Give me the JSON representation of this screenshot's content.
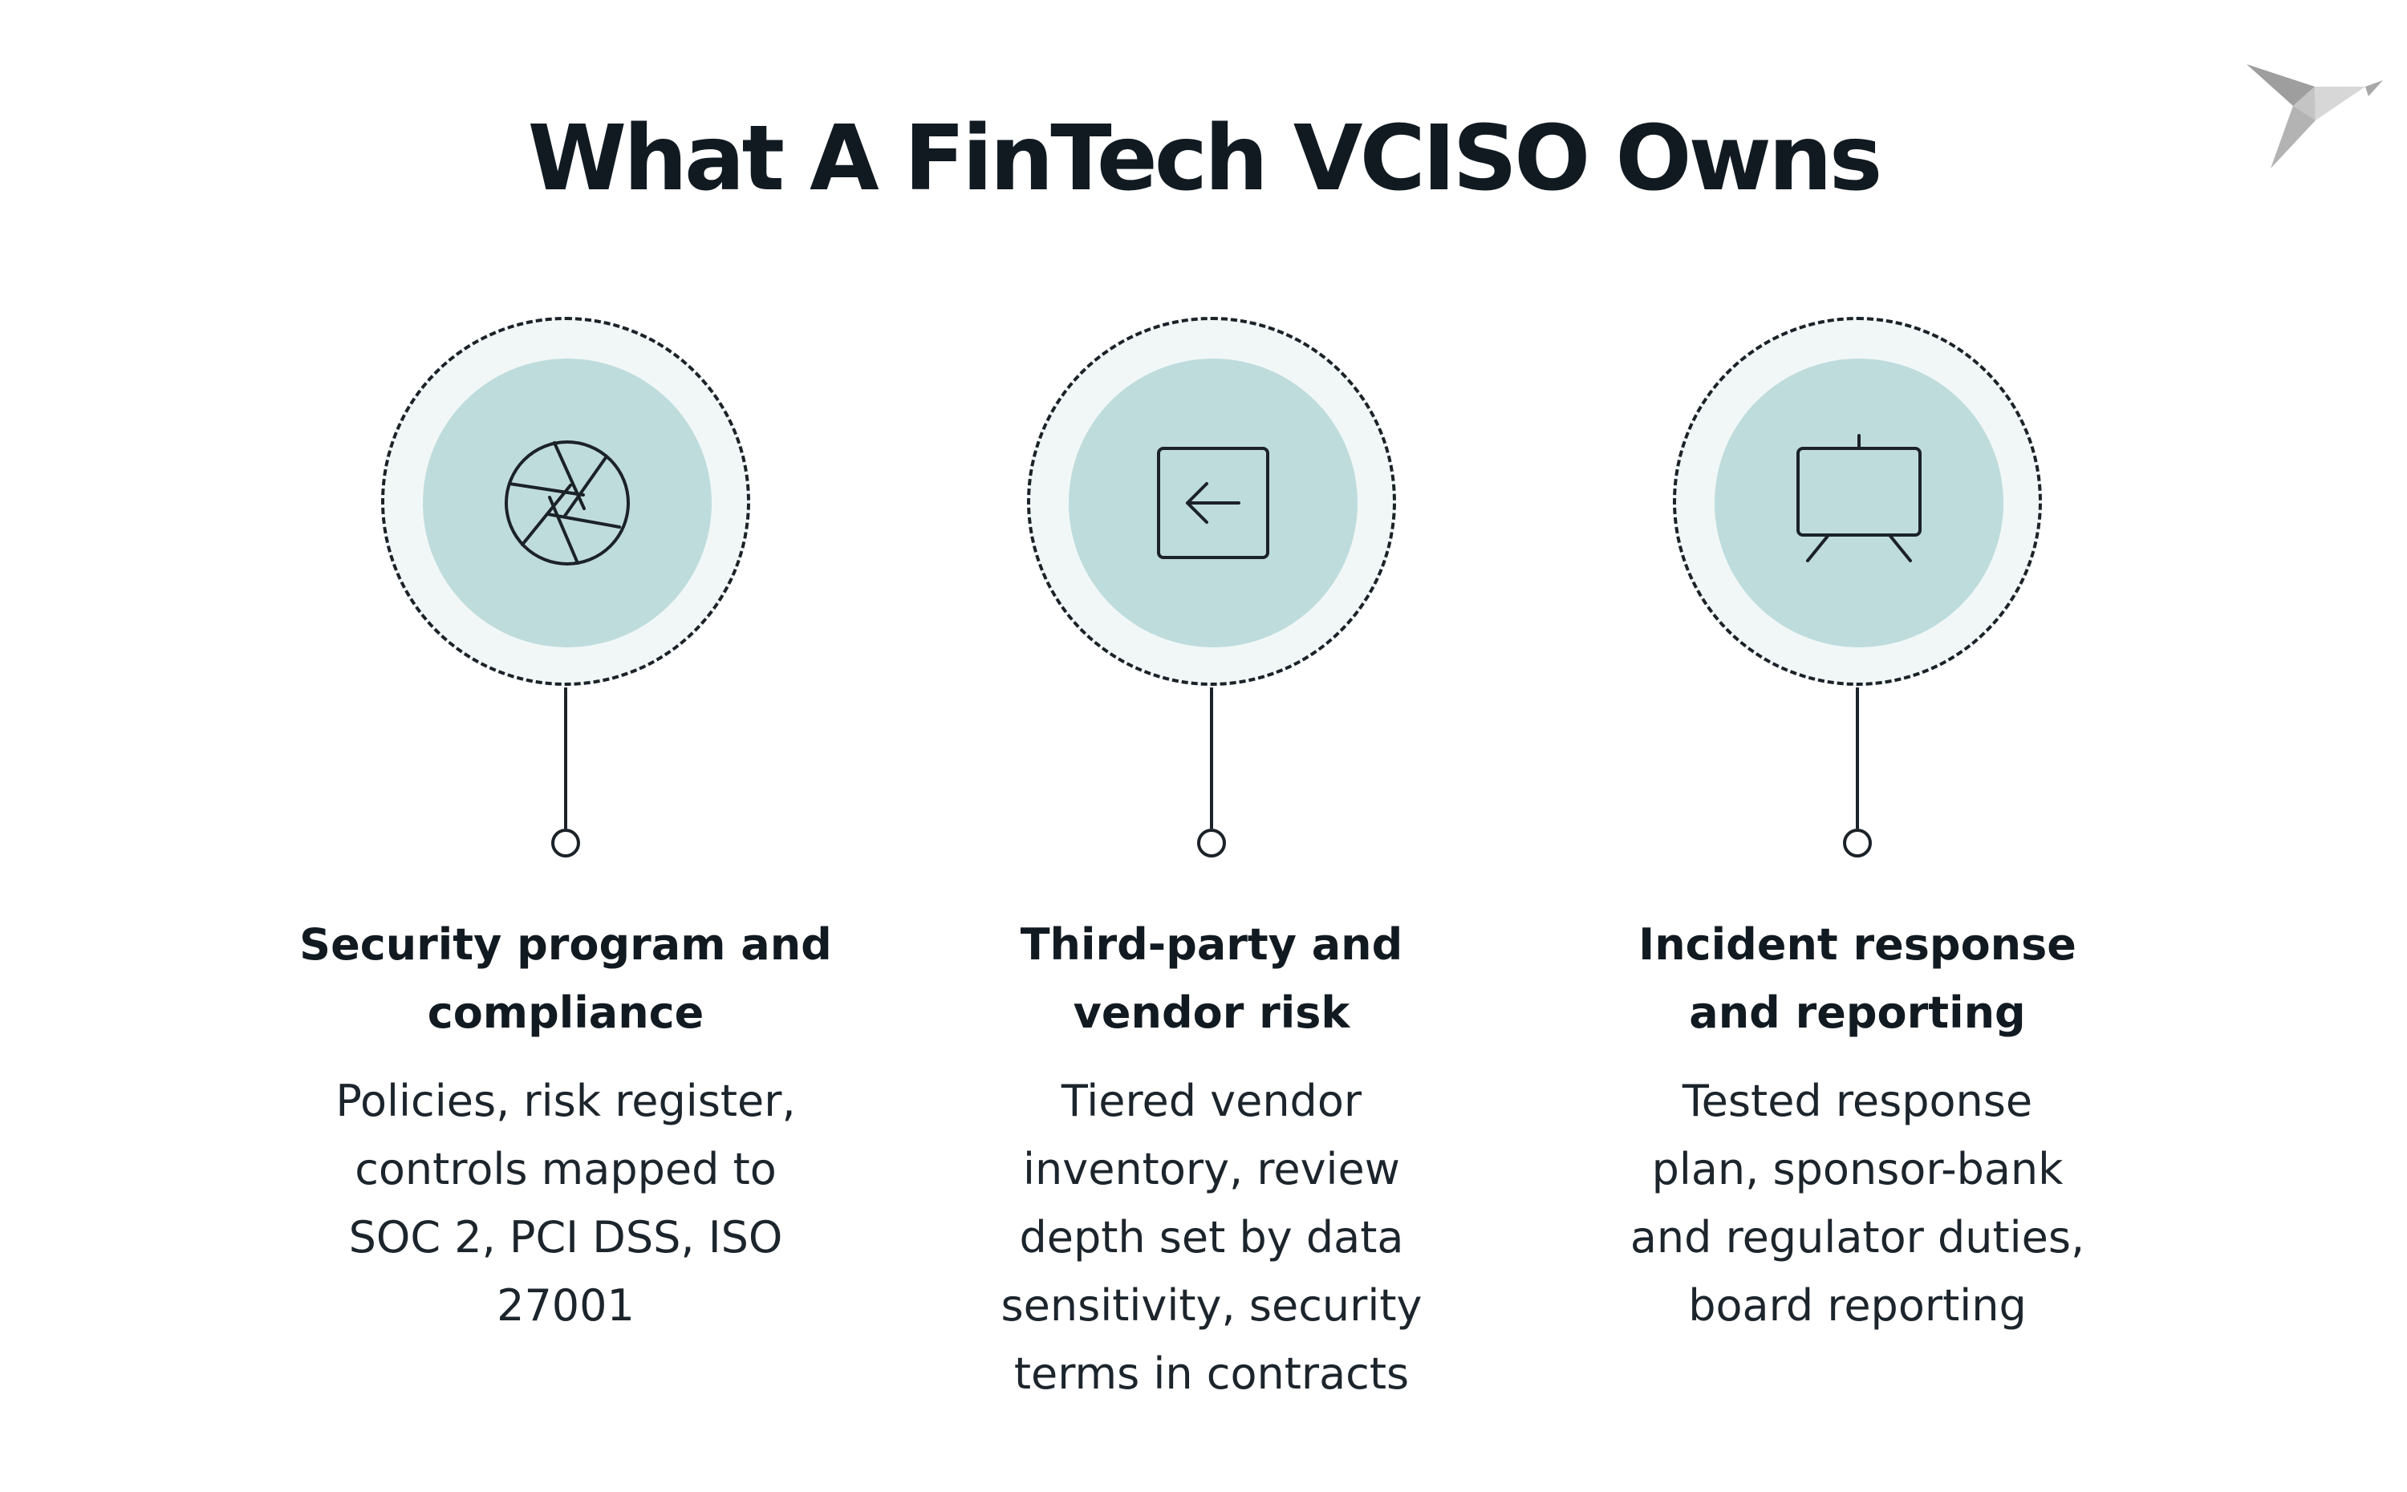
{
  "title": "What A FinTech VCISO Owns",
  "logo": {
    "icon": "paper-bird-logo",
    "color": "#bdbdbd"
  },
  "colors": {
    "text": "#121a21",
    "disc": "#bfdcdc",
    "ring_fill": "#f1f7f7",
    "line": "#1b2228"
  },
  "items": [
    {
      "icon": "aperture-icon",
      "heading": [
        "Security program and",
        "compliance"
      ],
      "description": [
        "Policies, risk register,",
        "controls mapped to",
        "SOC 2, PCI DSS, ISO",
        "27001"
      ]
    },
    {
      "icon": "arrow-left-box-icon",
      "heading": [
        "Third-party and",
        "vendor risk"
      ],
      "description": [
        "Tiered vendor",
        "inventory, review",
        "depth set by data",
        "sensitivity, security",
        "terms in contracts"
      ]
    },
    {
      "icon": "presentation-board-icon",
      "heading": [
        "Incident response",
        "and reporting"
      ],
      "description": [
        "Tested response",
        "plan, sponsor-bank",
        "and regulator duties,",
        "board reporting"
      ]
    }
  ]
}
